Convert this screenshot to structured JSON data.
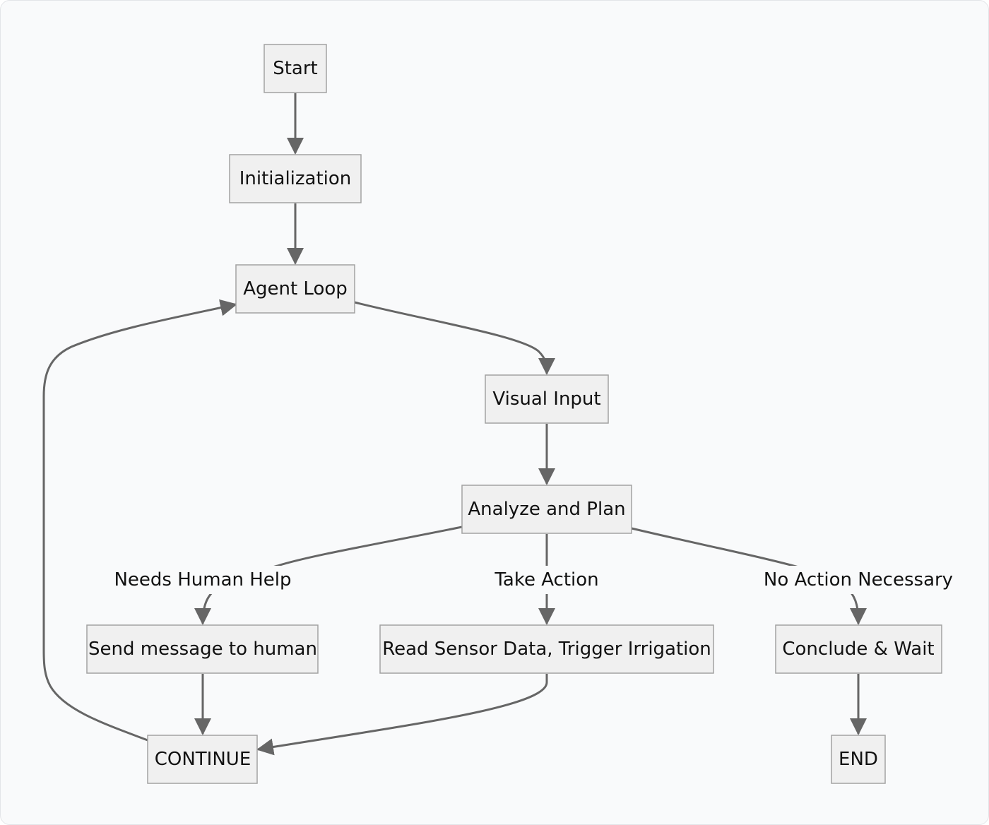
{
  "nodes": {
    "start": "Start",
    "initialization": "Initialization",
    "agent_loop": "Agent Loop",
    "visual_input": "Visual Input",
    "analyze_plan": "Analyze and Plan",
    "send_message": "Send message to human",
    "read_sensor": "Read Sensor Data, Trigger Irrigation",
    "conclude_wait": "Conclude & Wait",
    "continue": "CONTINUE",
    "end": "END"
  },
  "edge_labels": {
    "needs_human_help": "Needs Human Help",
    "take_action": "Take Action",
    "no_action_necessary": "No Action Necessary"
  },
  "colors": {
    "node_fill": "#f0f0f0",
    "node_stroke": "#a2a2a2",
    "edge": "#666666",
    "background": "#f9fafb"
  }
}
